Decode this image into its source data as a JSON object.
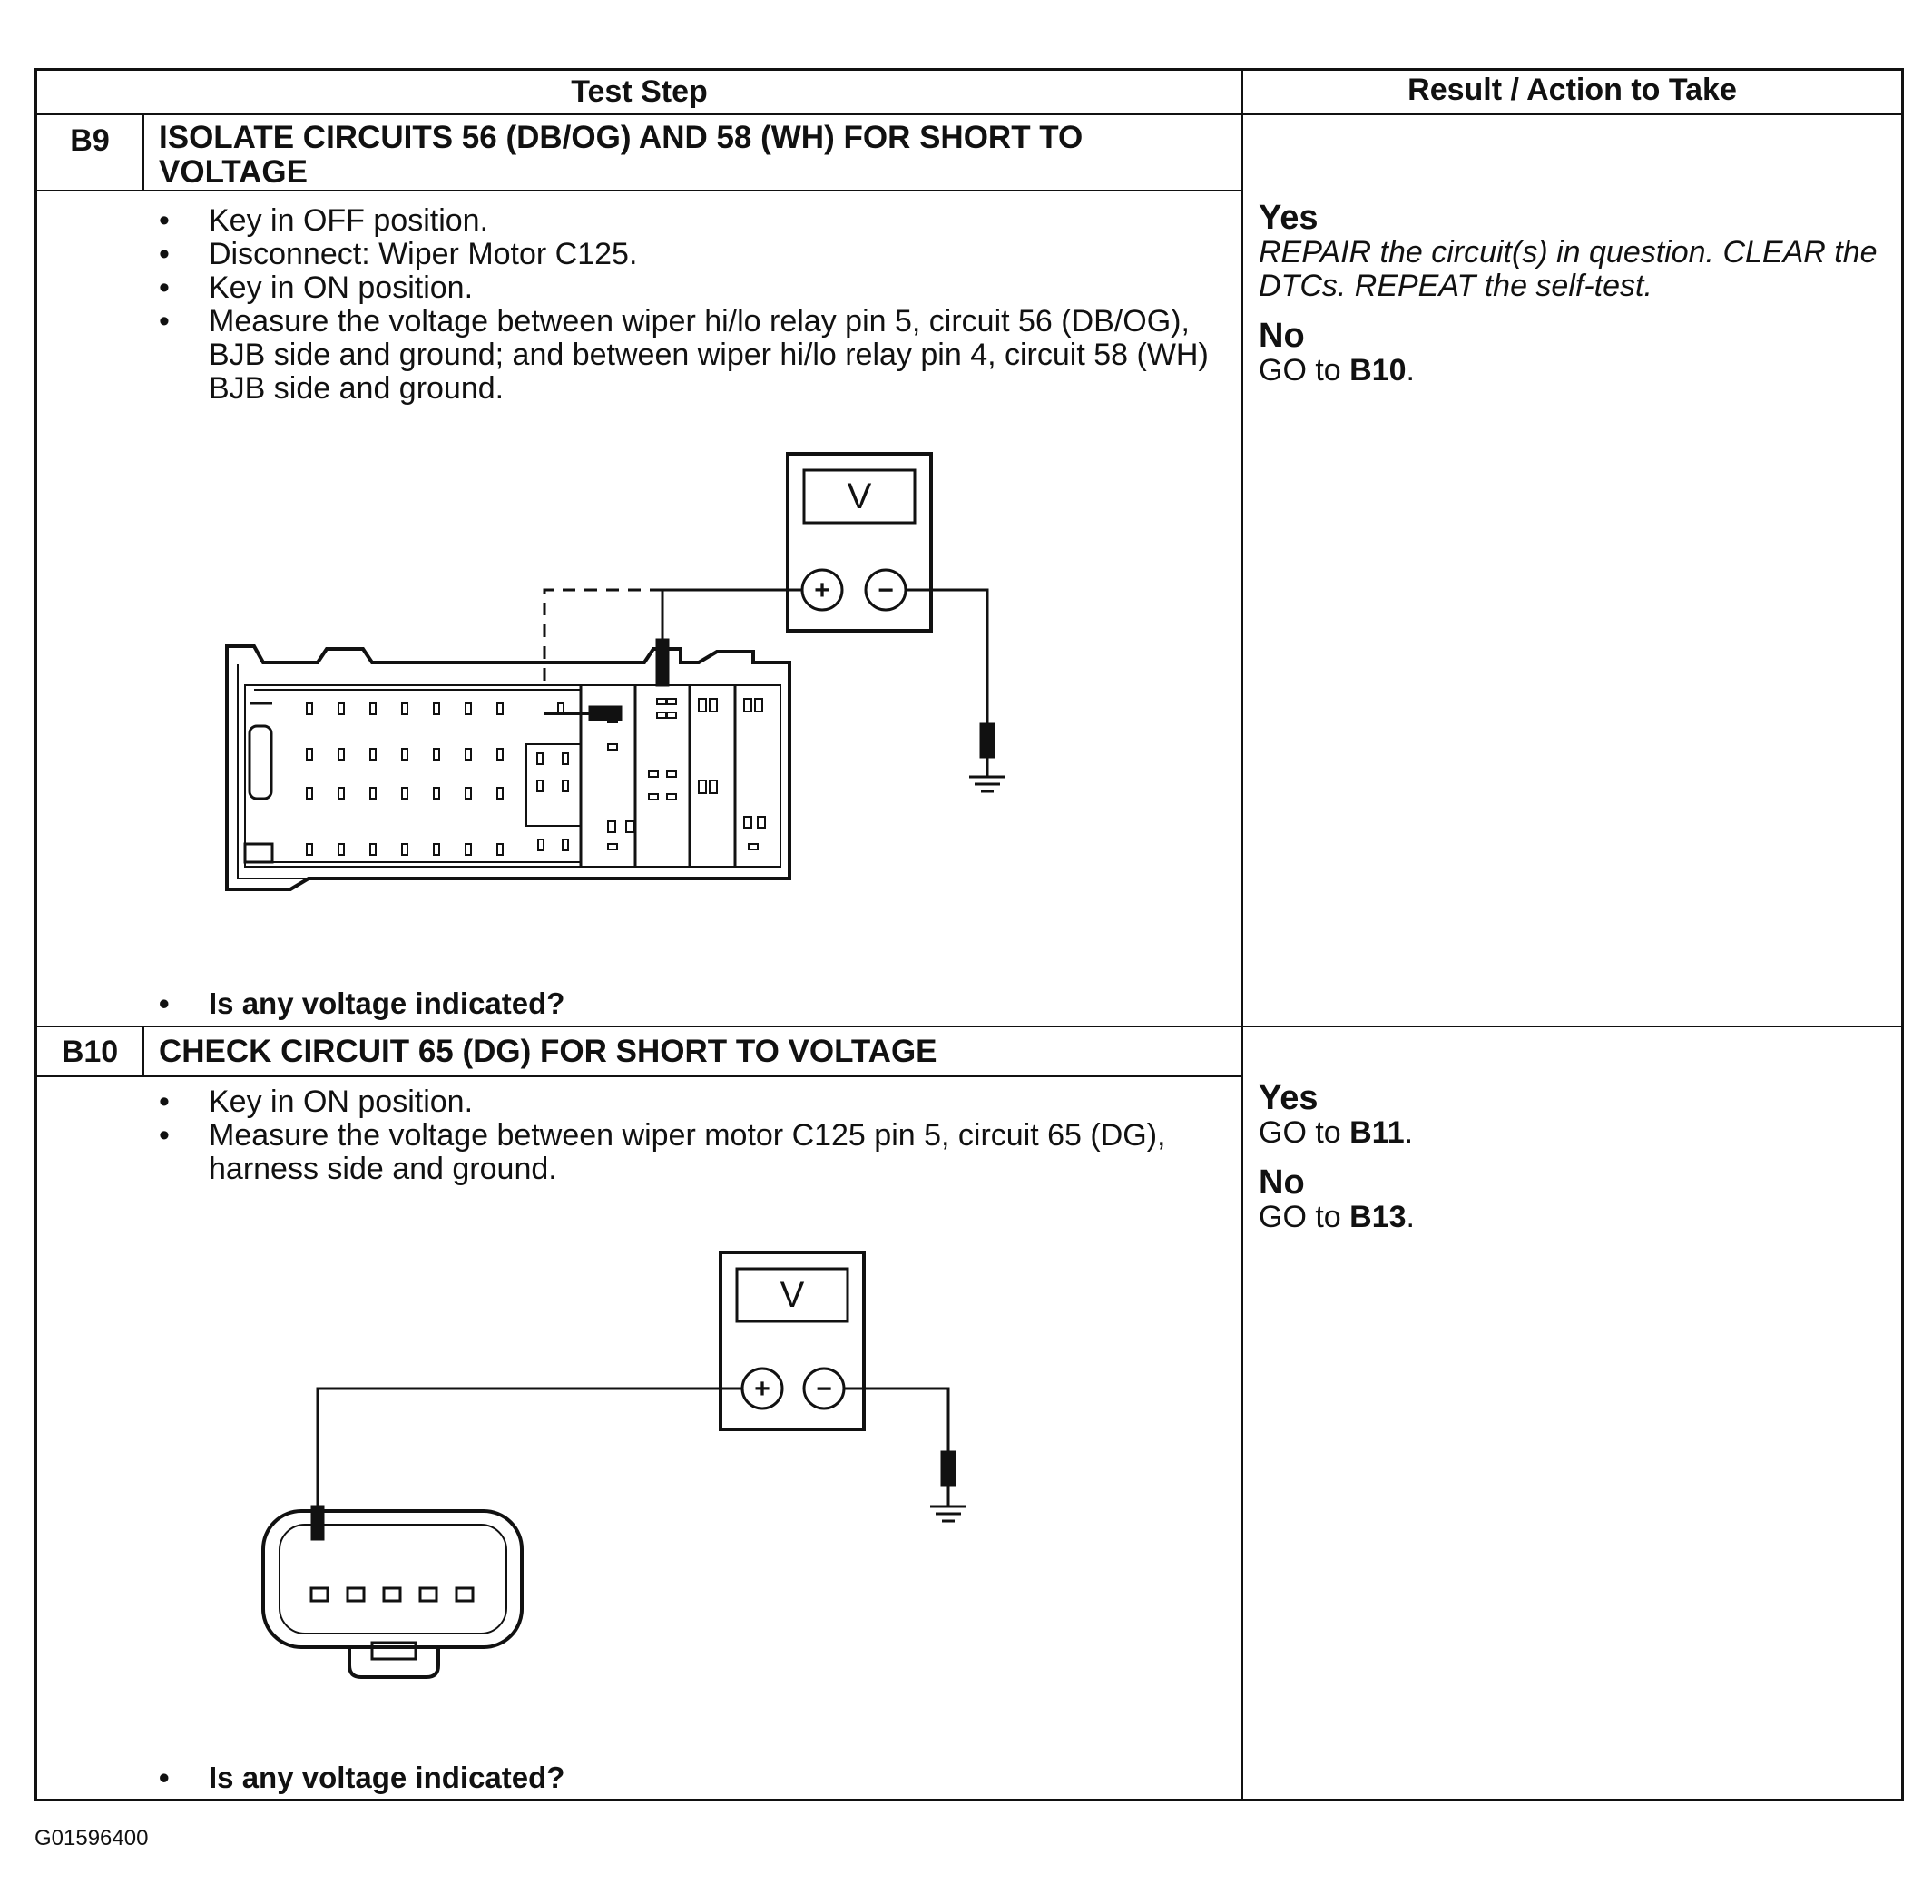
{
  "header": {
    "test_step": "Test Step",
    "result_action": "Result / Action to Take"
  },
  "steps": [
    {
      "id": "B9",
      "title": "ISOLATE CIRCUITS 56 (DB/OG) AND 58 (WH) FOR SHORT TO VOLTAGE",
      "title_line1": "ISOLATE CIRCUITS 56 (DB/OG) AND 58 (WH) FOR SHORT TO",
      "title_line2": "VOLTAGE",
      "bullets": [
        "Key in OFF position.",
        "Disconnect: Wiper Motor C125.",
        "Key in ON position.",
        "Measure the voltage between wiper hi/lo relay pin 5, circuit 56 (DB/OG), BJB side and ground; and between wiper hi/lo relay pin 4, circuit 58 (WH) BJB side and ground."
      ],
      "question": "Is any voltage indicated?",
      "meter_label": "V",
      "results": [
        {
          "label": "Yes",
          "text": "REPAIR the circuit(s) in question. CLEAR the DTCs. REPEAT the self-test."
        },
        {
          "label": "No",
          "text_prefix": "GO to ",
          "target": "B10",
          "text_suffix": "."
        }
      ]
    },
    {
      "id": "B10",
      "title": "CHECK CIRCUIT 65 (DG) FOR SHORT TO VOLTAGE",
      "bullets": [
        "Key in ON position.",
        "Measure the voltage between wiper motor C125 pin 5, circuit 65 (DG), harness side and ground."
      ],
      "question": "Is any voltage indicated?",
      "meter_label": "V",
      "results": [
        {
          "label": "Yes",
          "text_prefix": "GO to ",
          "target": "B11",
          "text_suffix": "."
        },
        {
          "label": "No",
          "text_prefix": "GO to ",
          "target": "B13",
          "text_suffix": "."
        }
      ]
    }
  ],
  "figure_id": "G01596400",
  "meter_plus": "+",
  "meter_minus": "−"
}
